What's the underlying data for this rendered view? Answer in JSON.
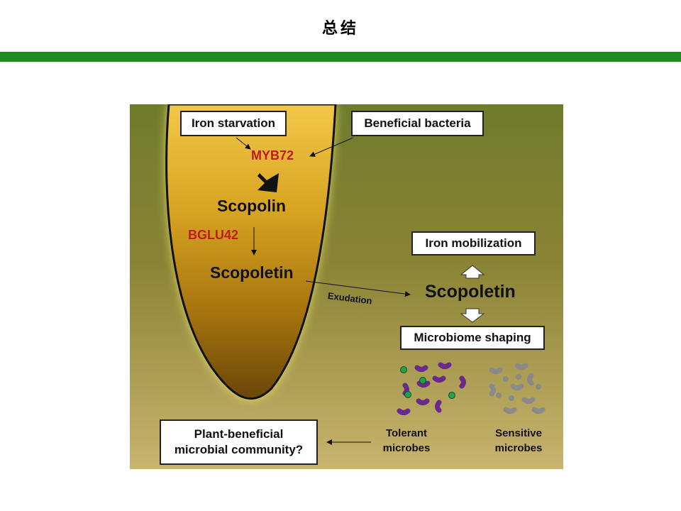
{
  "slide": {
    "title": "总结"
  },
  "diagram": {
    "boxes": {
      "iron_starvation": "Iron starvation",
      "beneficial_bacteria": "Beneficial bacteria",
      "iron_mobilization": "Iron mobilization",
      "microbiome_shaping": "Microbiome shaping",
      "community_line1": "Plant-beneficial",
      "community_line2": "microbial community?"
    },
    "labels": {
      "myb72": "MYB72",
      "scopolin": "Scopolin",
      "bglu42": "BGLU42",
      "scopoletin_root": "Scopoletin",
      "exudation": "Exudation",
      "scopoletin_soil": "Scopoletin",
      "tolerant_line1": "Tolerant",
      "tolerant_line2": "microbes",
      "sensitive_line1": "Sensitive",
      "sensitive_line2": "microbes"
    },
    "colors": {
      "enzyme_text": "#c41a1a",
      "tolerant_microbe": "#6a2a8c",
      "green_dot": "#1fa34a",
      "sensitive_microbe": "#8a8a8a"
    }
  }
}
